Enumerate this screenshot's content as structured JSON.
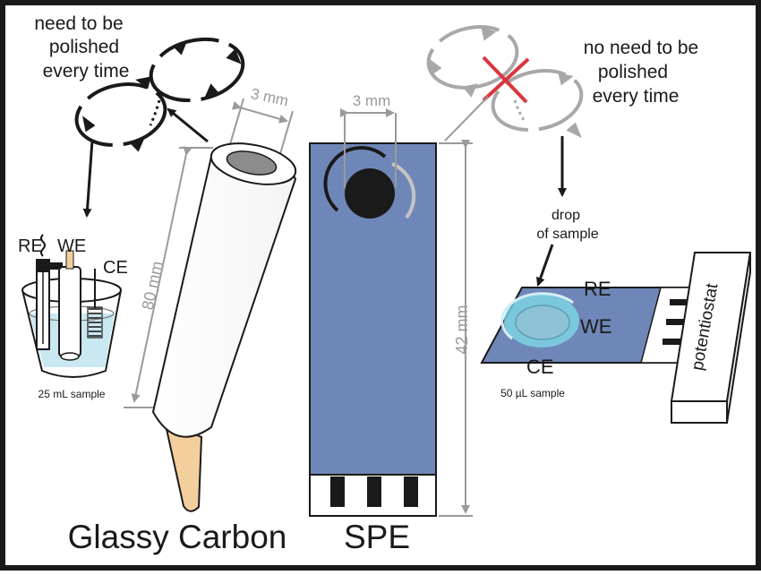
{
  "left": {
    "polish_note": [
      "need to be",
      "polished",
      "every time"
    ],
    "dim_diameter": "3 mm",
    "dim_length": "80 mm",
    "labels": {
      "re": "RE",
      "we": "WE",
      "ce": "CE"
    },
    "sample": "25 mL sample",
    "title": "Glassy Carbon"
  },
  "center": {
    "dim_diameter": "3 mm",
    "dim_length": "42 mm",
    "title": "SPE"
  },
  "right": {
    "polish_note": [
      "no need to be",
      "polished",
      "every time"
    ],
    "drop_note": [
      "drop",
      "of sample"
    ],
    "labels": {
      "re": "RE",
      "we": "WE",
      "ce": "CE"
    },
    "sample": "50 µL sample",
    "device": "potentiostat"
  },
  "colors": {
    "frame": "#1a1a1a",
    "spe_blue": "#6f87b8",
    "rod_tan": "#f3cf9e",
    "liquid": "#c3e6ef",
    "drop_cyan": "#7fdde8",
    "cross_red": "#d9363e",
    "dim_gray": "#9a9a9a"
  },
  "icons": [
    "cycle-arrows-icon",
    "cross-icon",
    "arrow-icon"
  ]
}
